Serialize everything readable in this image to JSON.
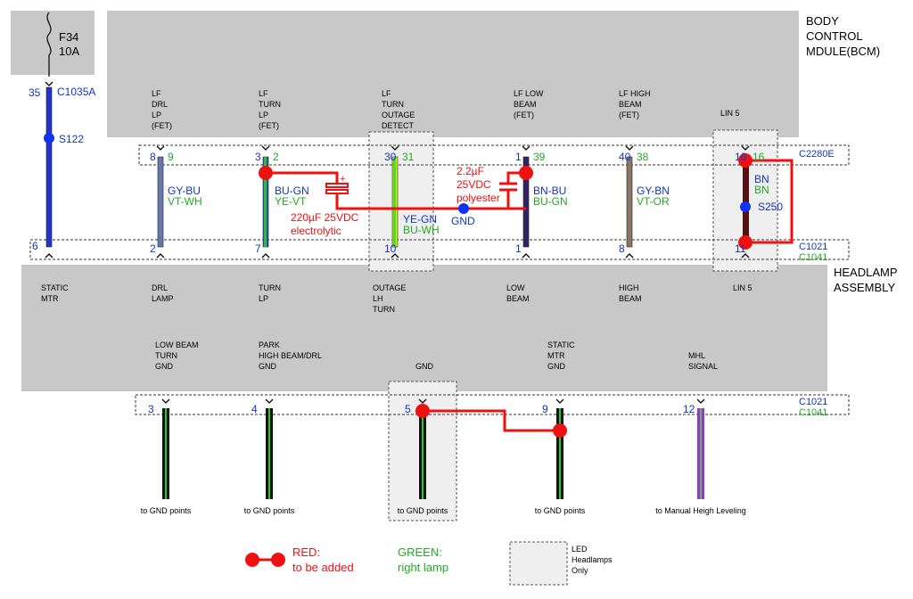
{
  "fuse": {
    "name": "F34",
    "rating": "10A"
  },
  "bcm": {
    "title_lines": [
      "BODY",
      "CONTROL",
      "MDULE(BCM)"
    ]
  },
  "headlamp": {
    "title_lines": [
      "HEADLAMP",
      "ASSEMBLY"
    ]
  },
  "connectors": {
    "c1035a": "C1035A",
    "c2280e": "C2280E",
    "c1021": "C1021",
    "c1041": "C1041",
    "c1021_lower": "C1021",
    "c1041_lower": "C1041"
  },
  "splices": {
    "s122": "S122",
    "s250": "S250"
  },
  "bcm_circuits": [
    {
      "id": "lf-drl",
      "label_lines": [
        "LF",
        "DRL",
        "LP",
        "(FET)"
      ]
    },
    {
      "id": "lf-turn",
      "label_lines": [
        "LF",
        "TURN",
        "LP",
        "(FET)"
      ]
    },
    {
      "id": "lf-turn-outage",
      "label_lines": [
        "LF",
        "TURN",
        "OUTAGE",
        "DETECT"
      ]
    },
    {
      "id": "lf-low",
      "label_lines": [
        "LF LOW",
        "BEAM",
        "(FET)"
      ]
    },
    {
      "id": "lf-high",
      "label_lines": [
        "LF HIGH",
        "BEAM",
        "(FET)"
      ]
    },
    {
      "id": "lin5-top",
      "label_lines": [
        "LIN 5"
      ]
    }
  ],
  "wires": [
    {
      "id": "static",
      "pin_top": "35",
      "pin_bottom": "6",
      "headlamp_label": [
        "STATIC",
        "MTR"
      ],
      "color": "#2233cc"
    },
    {
      "id": "drl",
      "pin_top_blue": "8",
      "pin_top_green": "9",
      "pin_bottom": "2",
      "code_blue": "GY-BU",
      "code_green": "VT-WH",
      "headlamp_label": [
        "DRL",
        "LAMP"
      ],
      "color": "#6677aa"
    },
    {
      "id": "turn",
      "pin_top_blue": "3",
      "pin_top_green": "2",
      "pin_bottom": "7",
      "code_blue": "BU-GN",
      "code_green": "YE-VT",
      "headlamp_label": [
        "TURN",
        "LP"
      ],
      "color": "#2255cc"
    },
    {
      "id": "outage",
      "pin_top_blue": "30",
      "pin_top_green": "31",
      "pin_bottom": "10",
      "code_blue": "YE-GN",
      "code_green": "BU-WH",
      "headlamp_label": [
        "OUTAGE",
        "LH",
        "TURN"
      ],
      "color": "#ccee22"
    },
    {
      "id": "low",
      "pin_top_blue": "1",
      "pin_top_green": "39",
      "pin_bottom": "1",
      "code_blue": "BN-BU",
      "code_green": "BU-GN",
      "headlamp_label": [
        "LOW",
        "BEAM"
      ],
      "color": "#332266"
    },
    {
      "id": "high",
      "pin_top_blue": "40",
      "pin_top_green": "38",
      "pin_bottom": "8",
      "code_blue": "GY-BN",
      "code_green": "VT-OR",
      "headlamp_label": [
        "HIGH",
        "BEAM"
      ],
      "color": "#887766"
    },
    {
      "id": "lin",
      "pin_top_blue": "16",
      "pin_top_green": "16",
      "pin_bottom": "11",
      "code_blue": "BN",
      "code_green": "BN",
      "headlamp_label": [
        "LIN 5"
      ],
      "color": "#551111"
    }
  ],
  "components": {
    "cap1_lines": [
      "220µF 25VDC",
      "electrolytic"
    ],
    "cap2_lines": [
      "2.2µF",
      "25VDC",
      "polyester"
    ],
    "gnd": "GND"
  },
  "bottom_circuits": [
    {
      "id": "lbtg",
      "label_lines": [
        "LOW BEAM",
        "TURN",
        "GND"
      ],
      "pin": "3",
      "dest": "to GND points"
    },
    {
      "id": "phbd",
      "label_lines": [
        "PARK",
        "HIGH BEAM/DRL",
        "GND"
      ],
      "pin": "4",
      "dest": "to GND points"
    },
    {
      "id": "gnd",
      "label_lines": [
        "GND"
      ],
      "pin": "5",
      "dest": "to GND points"
    },
    {
      "id": "smg",
      "label_lines": [
        "STATIC",
        "MTR",
        "GND"
      ],
      "pin": "9",
      "dest": "to GND points"
    },
    {
      "id": "mhl",
      "label_lines": [
        "MHL",
        "SIGNAL"
      ],
      "pin": "12",
      "dest": "to Manual Heigh Leveling"
    }
  ],
  "legend": {
    "red_title": "RED:",
    "red_desc": "to be added",
    "green_title": "GREEN:",
    "green_desc": "right lamp",
    "led_lines": [
      "LED",
      "Headlamps",
      "Only"
    ]
  },
  "colors": {
    "red": "#ee1111",
    "blue": "#1133cc",
    "green": "#22aa22",
    "gray_block": "#c8c8c8",
    "led_box": "#efefef"
  }
}
